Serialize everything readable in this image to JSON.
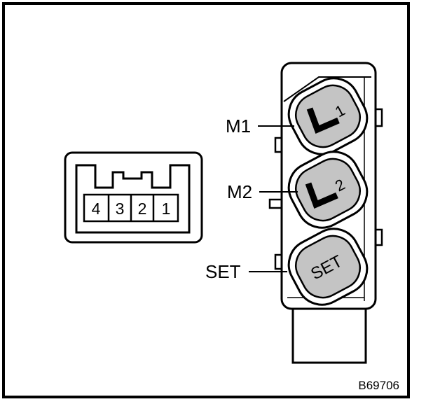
{
  "figure_id": "B69706",
  "connector": {
    "pins": [
      "4",
      "3",
      "2",
      "1"
    ]
  },
  "switch": {
    "callouts": {
      "m1": "M1",
      "m2": "M2",
      "set": "SET"
    },
    "buttons": {
      "m1_number": "1",
      "m2_number": "2",
      "set_text": "SET"
    }
  }
}
